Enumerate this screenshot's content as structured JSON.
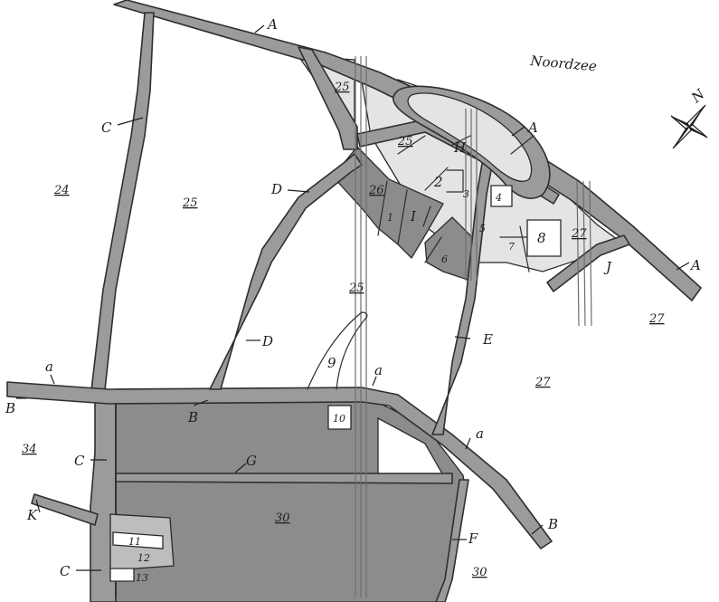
{
  "map": {
    "sea_label": "Noordzee",
    "north_label": "N",
    "road_labels": {
      "A1": "A",
      "A2": "A",
      "A3": "A",
      "B1": "B",
      "B2": "B",
      "B3": "B",
      "C1": "C",
      "C2": "C",
      "C3": "C",
      "D1": "D",
      "D2": "D",
      "E": "E",
      "F": "F",
      "G": "G",
      "H": "H",
      "I": "I",
      "J": "J",
      "K": "K",
      "a1": "a",
      "a2": "a",
      "a3": "a"
    },
    "parcel_labels": {
      "p24": "24",
      "p25a": "25",
      "p25b": "25",
      "p25c": "25",
      "p25d": "25",
      "p26": "26",
      "p27a": "27",
      "p27b": "27",
      "p27c": "27",
      "p30a": "30",
      "p30b": "30",
      "p34": "34"
    },
    "lot_labels": {
      "l1": "1",
      "l2": "2",
      "l3": "3",
      "l4": "4",
      "l5": "5",
      "l6": "6",
      "l7": "7",
      "l8": "8",
      "l9": "9",
      "l10": "10",
      "l11": "11",
      "l12": "12",
      "l13": "13"
    },
    "colors": {
      "road": "#9b9b9b",
      "dark_plot": "#8c8c8c",
      "light_plot": "#e4e4e4",
      "ink": "#1e1e1e"
    }
  }
}
